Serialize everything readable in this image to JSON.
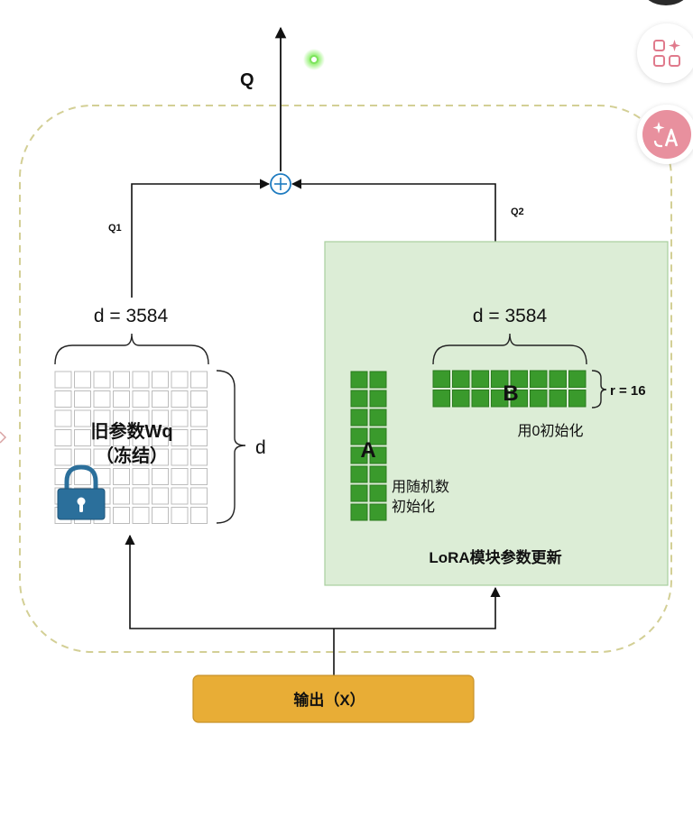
{
  "output_label": "Q",
  "q1_label": "Q1",
  "q2_label": "Q2",
  "frozen": {
    "width_label": "d = 3584",
    "height_label": "d",
    "title_line1": "旧参数Wq",
    "title_line2": "（冻结）",
    "grid_rows": 8,
    "grid_cols": 8,
    "icon": "lock-icon"
  },
  "lora": {
    "title": "LoRA模块参数更新",
    "matrix_a": {
      "label": "A",
      "note_line1": "用随机数",
      "note_line2": "初始化",
      "rows": 8,
      "cols": 2
    },
    "matrix_b": {
      "label": "B",
      "width_label": "d = 3584",
      "rank_label": "r = 16",
      "note": "用0初始化",
      "rows": 2,
      "cols": 8
    }
  },
  "input_label": "输出（X）",
  "colors": {
    "lora_fill": "#dcedd6",
    "lora_border": "#a8cf9e",
    "matrix_green": "#3a9a2c",
    "matrix_green_border": "#2b7a1f",
    "input_fill": "#e8ad36",
    "input_border": "#c8922a",
    "dashed_border": "#d3cf95",
    "plus_blue": "#1e7bc0",
    "lock_blue": "#2b6f9b",
    "grid_cell_border": "#bcbcbc",
    "indicator_green": "#7ee35e"
  },
  "side_buttons": [
    {
      "icon": "apps-sparkle-icon"
    },
    {
      "icon": "translate-icon"
    }
  ]
}
